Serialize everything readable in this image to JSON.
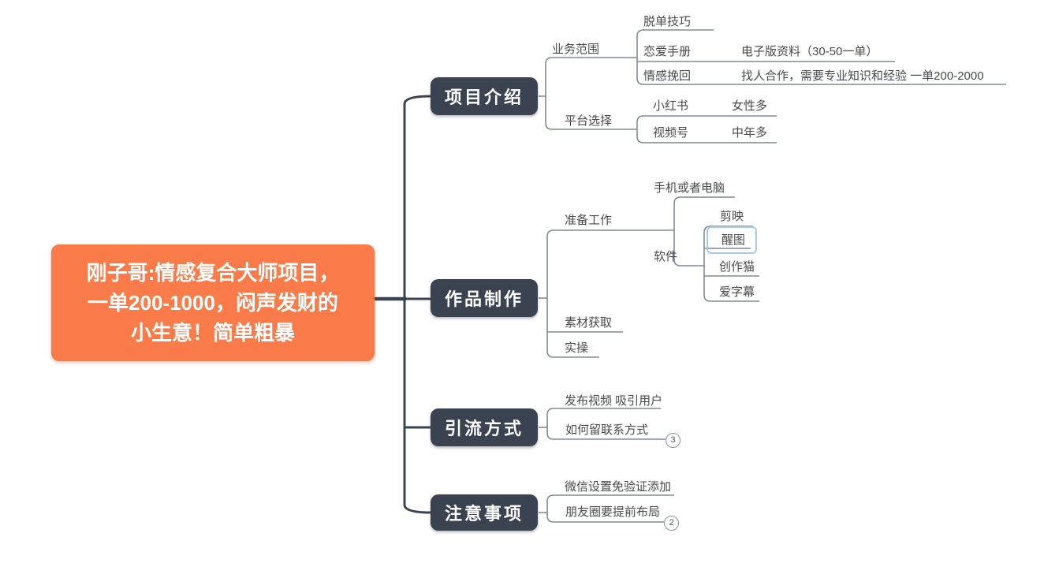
{
  "mindmap": {
    "root": {
      "lines": [
        "刚子哥:情感复合大师项目，",
        "一单200-1000，闷声发财的",
        "小生意！简单粗暴"
      ]
    },
    "branches": [
      {
        "label": "项目介绍",
        "children": [
          {
            "label": "业务范围",
            "children": [
              {
                "label": "脱单技巧"
              },
              {
                "label": "恋爱手册",
                "detail": "电子版资料（30-50一单）"
              },
              {
                "label": "情感挽回",
                "detail": "找人合作，需要专业知识和经验 一单200-2000"
              }
            ]
          },
          {
            "label": "平台选择",
            "children": [
              {
                "label": "小红书",
                "detail": "女性多"
              },
              {
                "label": "视频号",
                "detail": "中年多"
              }
            ]
          }
        ]
      },
      {
        "label": "作品制作",
        "children": [
          {
            "label": "准备工作",
            "children": [
              {
                "label": "手机或者电脑"
              },
              {
                "label": "软件",
                "children": [
                  {
                    "label": "剪映"
                  },
                  {
                    "label": "醒图",
                    "selected": true
                  },
                  {
                    "label": "创作猫"
                  },
                  {
                    "label": "爱字幕"
                  }
                ]
              }
            ]
          },
          {
            "label": "素材获取"
          },
          {
            "label": "实操"
          }
        ]
      },
      {
        "label": "引流方式",
        "children": [
          {
            "label": "发布视频 吸引用户"
          },
          {
            "label": "如何留联系方式",
            "badge": "3"
          }
        ]
      },
      {
        "label": "注意事项",
        "children": [
          {
            "label": "微信设置免验证添加"
          },
          {
            "label": "朋友圈要提前布局",
            "badge": "2"
          }
        ]
      }
    ],
    "colors": {
      "root_bg": "#FA7B4A",
      "branch_bg": "#3B4351",
      "trunk_line": "#3B4351",
      "sub_line": "#828A94",
      "leaf_text": "#4A4A4A",
      "selection_border": "#A9C9EC"
    }
  }
}
